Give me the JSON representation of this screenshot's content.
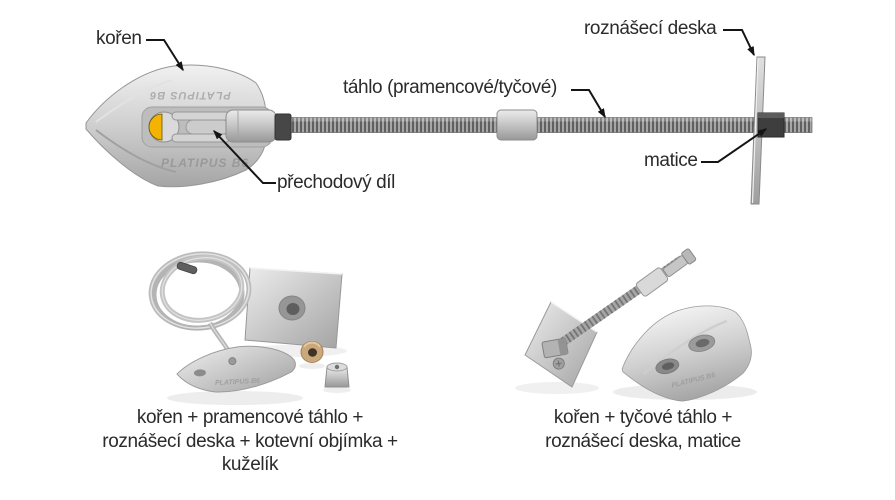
{
  "diagram": {
    "labels": {
      "koren": "kořen",
      "tahlo": "táhlo (pramencové/tyčové)",
      "roznaseci_deska": "roznášecí deska",
      "matice": "matice",
      "prechodovy_dil": "přechodový díl"
    },
    "product_marking": "PLATIPUS B6"
  },
  "photos": {
    "left": {
      "caption_lines": [
        "kořen + pramencové táhlo +",
        "roznášecí deska + kotevní objímka +",
        "kuželík"
      ]
    },
    "right": {
      "caption_lines": [
        "kořen + tyčové táhlo +",
        "roznášecí deska, matice"
      ]
    }
  },
  "colors": {
    "background": "#ffffff",
    "label_text": "#2b2b2b",
    "arrow": "#151515",
    "metal_light": "#efefef",
    "metal_dark": "#a8a8a8",
    "rod_thread_dark": "#5f5f5f",
    "rod_thread_light": "#a6a6a6",
    "nut": "#3e3e3e",
    "accent_yellow": "#f3b300",
    "brass_collar": "#c9a87c"
  }
}
